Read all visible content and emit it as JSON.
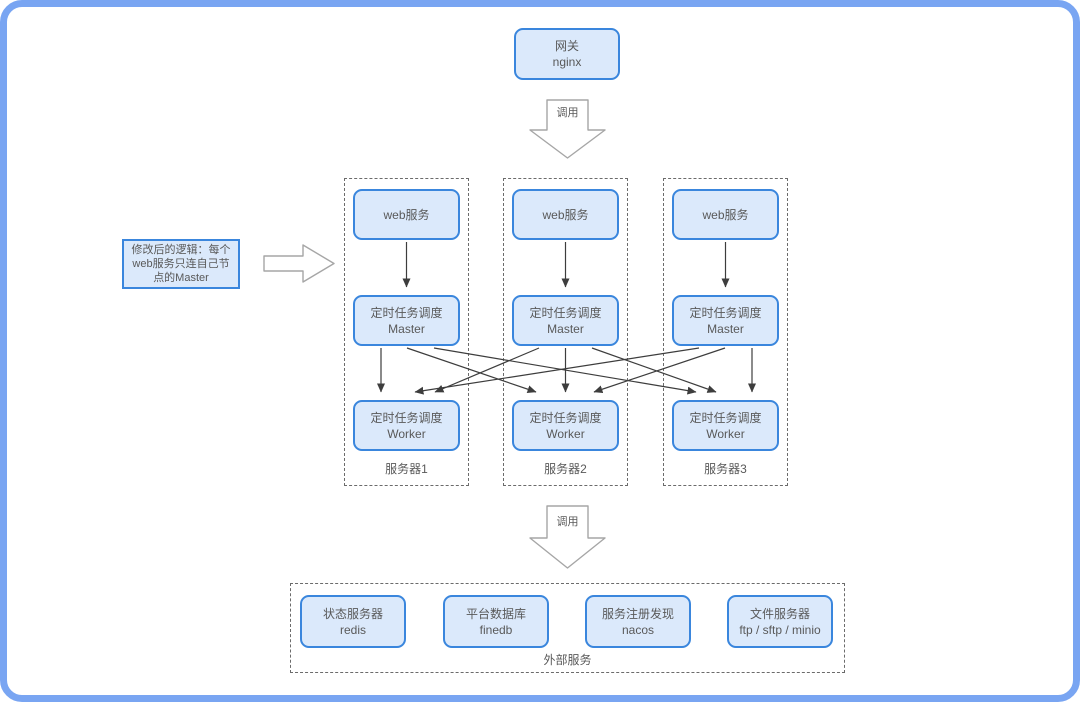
{
  "diagram": {
    "gateway": {
      "title": "网关",
      "subtitle": "nginx"
    },
    "call_top": "调用",
    "call_bottom": "调用",
    "annotation": "修改后的逻辑：每个web服务只连自己节点的Master",
    "servers": [
      {
        "label": "服务器1",
        "web": "web服务",
        "master_title": "定时任务调度",
        "master_role": "Master",
        "worker_title": "定时任务调度",
        "worker_role": "Worker"
      },
      {
        "label": "服务器2",
        "web": "web服务",
        "master_title": "定时任务调度",
        "master_role": "Master",
        "worker_title": "定时任务调度",
        "worker_role": "Worker"
      },
      {
        "label": "服务器3",
        "web": "web服务",
        "master_title": "定时任务调度",
        "master_role": "Master",
        "worker_title": "定时任务调度",
        "worker_role": "Worker"
      }
    ],
    "external": {
      "label": "外部服务",
      "services": [
        {
          "title": "状态服务器",
          "subtitle": "redis"
        },
        {
          "title": "平台数据库",
          "subtitle": "finedb"
        },
        {
          "title": "服务注册发现",
          "subtitle": "nacos"
        },
        {
          "title": "文件服务器",
          "subtitle": "ftp / sftp / minio"
        }
      ]
    },
    "colors": {
      "frame": "#79a5f2",
      "node_fill": "#dbe9fb",
      "node_border": "#3a86dd",
      "text": "#595959",
      "connector": "#3d3d3d",
      "block_arrow_outline": "#a6a6a6"
    }
  }
}
